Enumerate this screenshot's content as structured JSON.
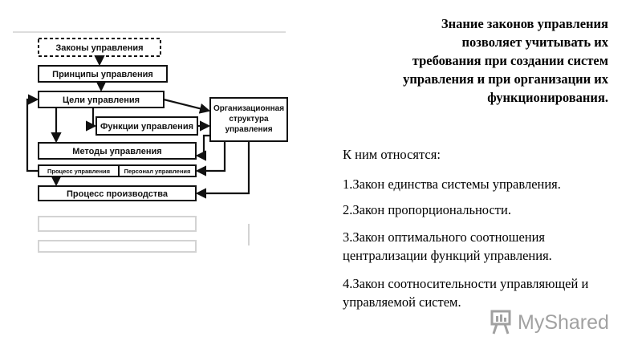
{
  "diagram": {
    "laws": "Законы управления",
    "principles": "Принципы управления",
    "goals": "Цели управления",
    "org_structure": [
      "Организационная",
      "структура",
      "управления"
    ],
    "functions": "Функции управления",
    "methods": "Методы управления",
    "mgmt_process": "Процесс управления",
    "personnel": "Персонал управления",
    "production": "Процесс производства"
  },
  "heading_lines": [
    "Знание законов управления",
    "позволяет учитывать их",
    "требования при создании систем",
    "управления и при организации их",
    "функционирования."
  ],
  "intro": "К ним относятся:",
  "laws": [
    "1.Закон единства системы управления.",
    "2.Закон пропорциональности.",
    "3.Закон оптимального соотношения централизации функций управления.",
    "4.Закон соотносительности управляющей и управляемой систем."
  ],
  "logo": {
    "text": "MyShared",
    "icon": "presentation-board-icon",
    "color": "#555555"
  }
}
